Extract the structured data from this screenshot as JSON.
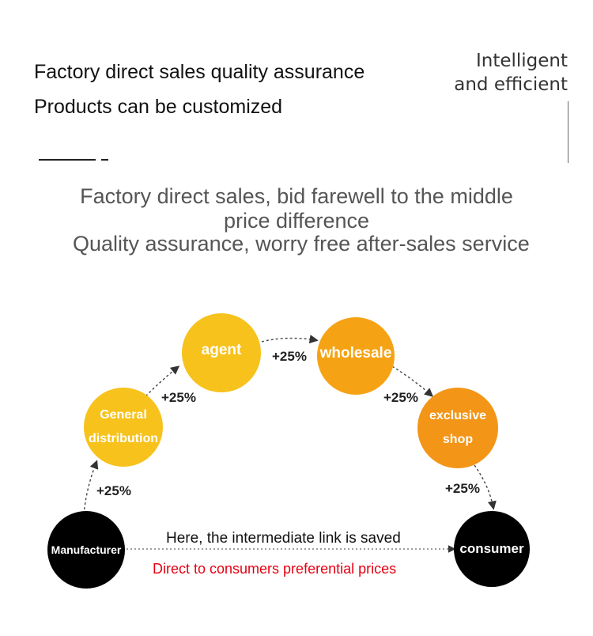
{
  "header": {
    "line1": "Factory direct sales quality assurance",
    "line2": "Products can be customized",
    "side_line1": "Intelligent",
    "side_line2": "and efficient"
  },
  "subtitle": {
    "line1": "Factory direct sales, bid farewell to the middle",
    "line2": "price difference",
    "line3": "Quality assurance, worry free after-sales service"
  },
  "flow": {
    "nodes": {
      "manufacturer": "Manufacturer",
      "general_distribution_1": "General",
      "general_distribution_2": "distribution",
      "agent": "agent",
      "wholesale": "wholesale",
      "exclusive_shop_1": "exclusive",
      "exclusive_shop_2": "shop",
      "consumer": "consumer"
    },
    "markups": [
      "+25%",
      "+25%",
      "+25%",
      "+25%",
      "+25%"
    ],
    "direct_caption": "Here, the intermediate link is saved",
    "direct_note": "Direct to consumers preferential prices"
  },
  "colors": {
    "yellow": "#F7C21B",
    "orange": "#F5A314",
    "dark_orange": "#F39516",
    "black": "#000000",
    "note_red": "#E60012"
  }
}
